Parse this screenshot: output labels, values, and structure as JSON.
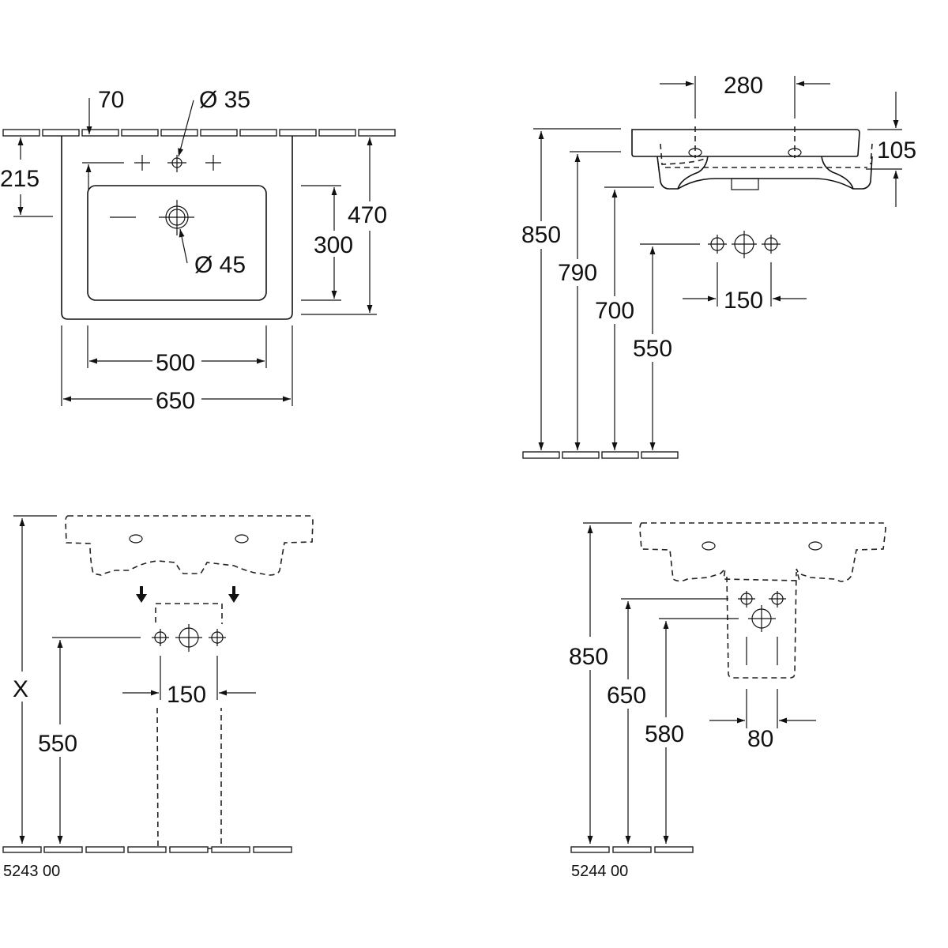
{
  "diagram": {
    "title": "Washbasin installation dimension drawing",
    "units": "mm",
    "line_color": "#111111",
    "background": "#ffffff"
  },
  "top_view": {
    "dim_top_offset": "70",
    "dim_tap_hole": "Ø 35",
    "dim_waste_hole": "Ø 45",
    "dim_tap_height": "215",
    "dim_bowl_depth": "300",
    "dim_total_depth": "470",
    "dim_bowl_width": "500",
    "dim_total_width": "650"
  },
  "side_view": {
    "dim_fixing_spacing": "280",
    "dim_rim_height": "105",
    "dim_height_850": "850",
    "dim_height_790": "790",
    "dim_height_700": "700",
    "dim_supply_height": "550",
    "dim_supply_spacing": "150"
  },
  "pedestal_view": {
    "dim_x": "X",
    "dim_supply_height": "550",
    "dim_supply_spacing": "150",
    "article_code": "5243 00"
  },
  "semi_pedestal_view": {
    "dim_height_850": "850",
    "dim_height_650": "650",
    "dim_height_580": "580",
    "dim_trap_spacing": "80",
    "article_code": "5244 00"
  }
}
